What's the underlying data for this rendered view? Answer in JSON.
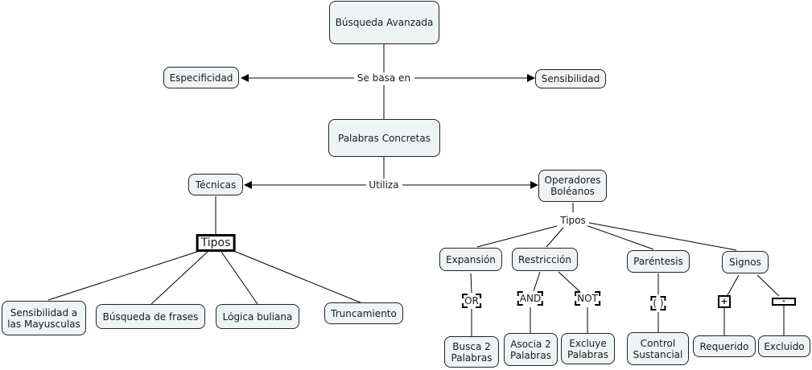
{
  "nodes": {
    "busqueda": "Búsqueda Avanzada",
    "especificidad": "Especificidad",
    "sensibilidad": "Sensibilidad",
    "palabras": "Palabras Concretas",
    "tecnicas": "Técnicas",
    "operadores": "Operadores\nBoléanos",
    "sens_may": "Sensibilidad a\nlas Mayusculas",
    "frases": "Búsqueda de frases",
    "logica": "Lógica buliana",
    "truncamiento": "Truncamiento",
    "expansion": "Expansión",
    "restriccion": "Restricción",
    "parentesis": "Paréntesis",
    "signos": "Signos",
    "busca2": "Busca 2\nPalabras",
    "asocia2": "Asocia 2\nPalabras",
    "excluye": "Excluye\nPalabras",
    "control": "Control\nSustancial",
    "requerido": "Requerido",
    "excluido": "Excluido"
  },
  "links": {
    "se_basa_en": "Se basa en",
    "utiliza": "Utiliza",
    "tipos_tecnicas": "Tipos",
    "tipos_operadores": "Tipos",
    "or": "OR",
    "and": "AND",
    "not": "NOT",
    "paren": "( )",
    "plus": "+",
    "minus": "-"
  }
}
